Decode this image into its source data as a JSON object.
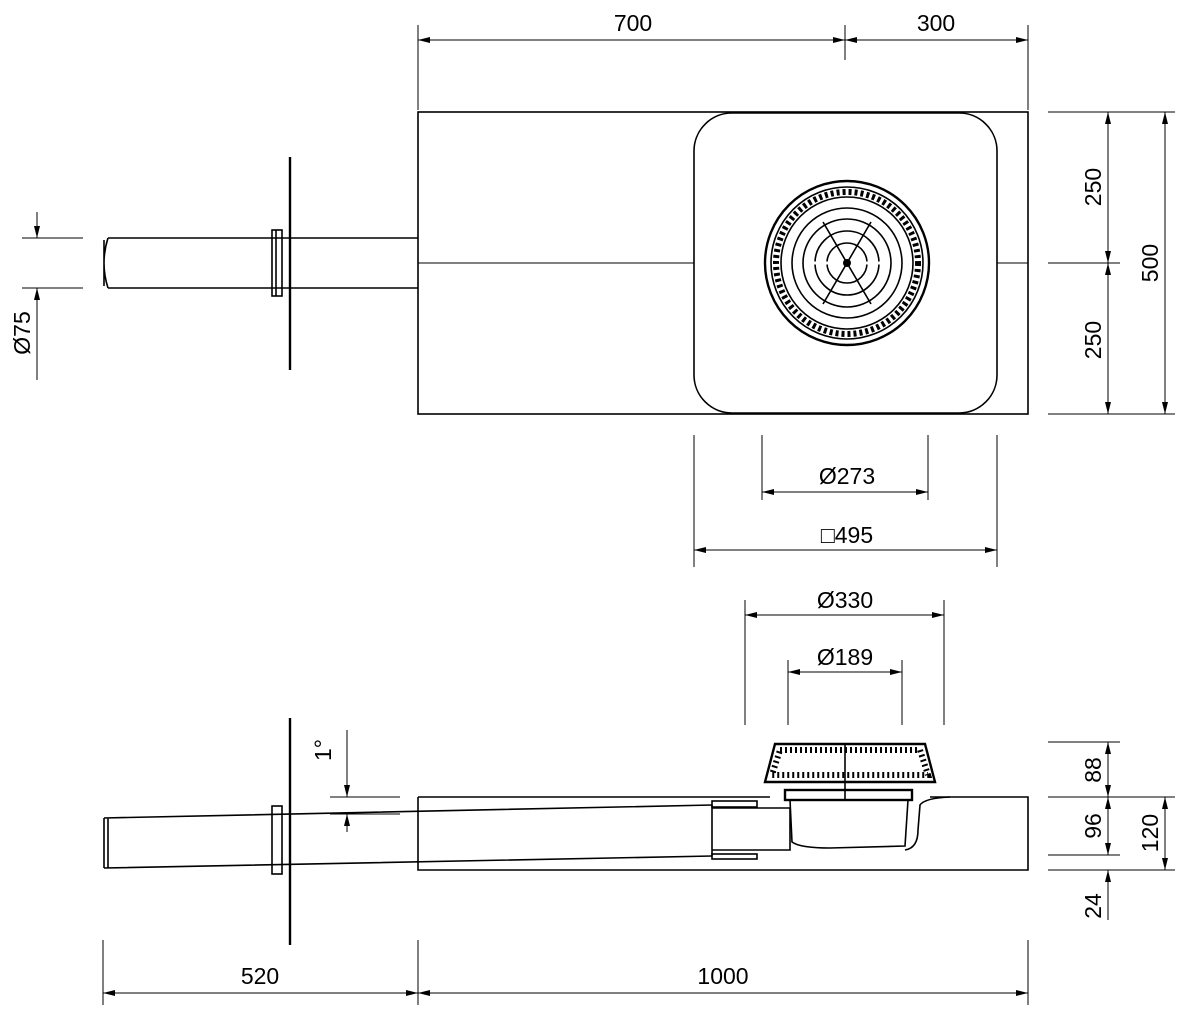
{
  "colors": {
    "line": "#000000",
    "background": "#ffffff"
  },
  "top_view": {
    "dim_length_left": "700",
    "dim_length_right": "300",
    "dim_width_half_top": "250",
    "dim_width_half_bottom": "250",
    "dim_width_total": "500",
    "dim_pipe_diameter": "Ø75",
    "dim_grate_diameter": "Ø273",
    "dim_flange_square": "□495"
  },
  "side_view": {
    "dim_grate_outer": "Ø330",
    "dim_grate_inner": "Ø189",
    "dim_slope": "1°",
    "dim_grate_height": "88",
    "dim_body_upper": "96",
    "dim_body_lower": "24",
    "dim_body_total": "120",
    "dim_pipe_length": "520",
    "dim_body_length": "1000"
  }
}
